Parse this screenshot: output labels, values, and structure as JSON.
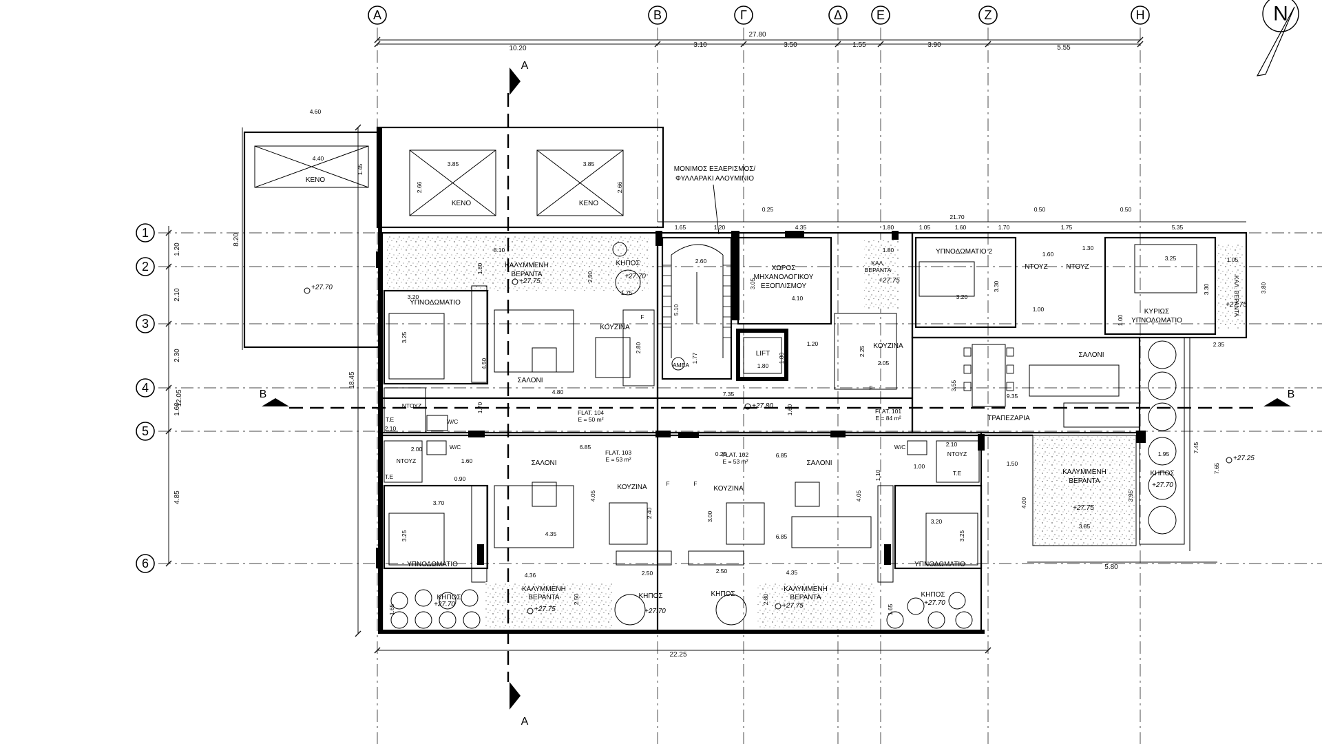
{
  "grid_letters": [
    "Α",
    "Β",
    "Γ",
    "Δ",
    "Ε",
    "Ζ",
    "Η"
  ],
  "grid_numbers": [
    "1",
    "2",
    "3",
    "4",
    "5",
    "6"
  ],
  "north_label": "N",
  "top_dims": {
    "overall": "27.80",
    "segments": [
      "10.20",
      "3.10",
      "3.50",
      "1.55",
      "3.90",
      "5.55"
    ]
  },
  "left_dims": {
    "overall": "12.05",
    "segments": [
      "1.20",
      "2.10",
      "2.30",
      "1.60",
      "4.85"
    ],
    "total": "18.45",
    "void_height": "8.20"
  },
  "bottom_dims": {
    "overall": "22.25",
    "right": "5.80"
  },
  "section_marks": {
    "a": "A",
    "b": "B"
  },
  "rooms": {
    "void": "ΚΕΝΟ",
    "covered_veranda": "ΚΑΛΥΜΜΕΝΗ ΒΕΡΑΝΤΑ",
    "covered_veranda_line1": "ΚΑΛΥΜΜΕΝΗ",
    "covered_veranda_line2": "ΒΕΡΑΝΤΑ",
    "garden": "ΚΗΠΟΣ",
    "bedroom": "ΥΠΝΟΔΩΜΑΤΙΟ",
    "bedroom2": "ΥΠΝΟΔΩΜΑΤΙΟ 2",
    "master_line1": "ΚΥΡΙΩΣ",
    "master_line2": "ΥΠΝΟΔΩΜΑΤΙΟ",
    "kitchen": "ΚΟΥΖΙΝΑ",
    "living": "ΣΑΛΟΝΙ",
    "dining": "ΤΡΑΠΕΖΑΡΙΑ",
    "shower": "ΝΤΟΥΖ",
    "wc": "W/C",
    "te": "Τ.Ε",
    "lift": "LIFT",
    "amea": "ΑΜΕΑ",
    "mech_line1": "ΧΩΡΟΣ",
    "mech_line2": "ΜΗΧΑΝΟΛΟΓΙΚΟΥ",
    "mech_line3": "ΕΞΟΠΛΙΣΜΟΥ",
    "vent_line1": "ΜΟΝΙΜΟΣ ΕΞΑΕΡΙΣΜΟΣ/",
    "vent_line2": "ΦΥΛΛΑΡΑΚΙ ΑΛΟΥΜΙΝΙΟ",
    "small_veranda_line1": "ΚΑΛ.",
    "small_veranda_line2": "ΒΕΡΑΝΤΑ",
    "kal_veranda": "ΚΑΛ. ΒΕΡΑΝΤΑ",
    "fridge": "F"
  },
  "flats": {
    "f104": {
      "name": "FLAT. 104",
      "area": "E = 50 m²"
    },
    "f103": {
      "name": "FLAT. 103",
      "area": "E = 53 m²"
    },
    "f102": {
      "name": "FLAT. 102",
      "area": "E = 53 m²"
    },
    "f101": {
      "name": "FLAT. 101",
      "area": "E = 84 m²"
    }
  },
  "levels": {
    "l2770": "+27.70",
    "l2775": "+27.75",
    "l2780": "+27.80",
    "l2725": "+27.25"
  },
  "room_dims": {
    "d460": "4.60",
    "d440": "4.40",
    "d145": "1.45",
    "d385": "3.85",
    "d266": "2.66",
    "d810": "8.10",
    "d180": "1.80",
    "d250": "2.50",
    "d175": "1.75",
    "d320": "3.20",
    "d325": "3.25",
    "d450": "4.50",
    "d480": "4.80",
    "d280": "2.80",
    "d170": "1.70",
    "d210": "2.10",
    "d200": "2.00",
    "d160": "1.60",
    "d090": "0.90",
    "d370": "3.70",
    "d685": "6.85",
    "d405": "4.05",
    "d240": "2.40",
    "d435": "4.35",
    "d436": "4.36",
    "d165": "1.65",
    "d260": "2.60",
    "d510": "5.10",
    "d177": "1.77",
    "d735": "7.35",
    "d305": "3.05",
    "d410": "4.10",
    "d120": "1.20",
    "d225": "2.25",
    "d205": "2.05",
    "d110": "1.10",
    "d300": "3.00",
    "d100": "1.00",
    "d330": "3.30",
    "d130": "1.30",
    "d380": "3.80",
    "d105": "1.05",
    "d235": "2.35",
    "d355": "3.55",
    "d935": "9.35",
    "d150": "1.50",
    "d400": "4.00",
    "d395": "3.95",
    "d195": "1.95",
    "d745": "7.45",
    "d765": "7.65",
    "d025": "0.25",
    "d050": "0.50",
    "d2170": "21.70",
    "d535": "5.35",
    "d390": "3.90"
  },
  "row_dims_upper": [
    "1.65",
    "1.20",
    "4.35",
    "1.80",
    "1.05",
    "1.60",
    "1.70",
    "1.75",
    "5.35"
  ]
}
